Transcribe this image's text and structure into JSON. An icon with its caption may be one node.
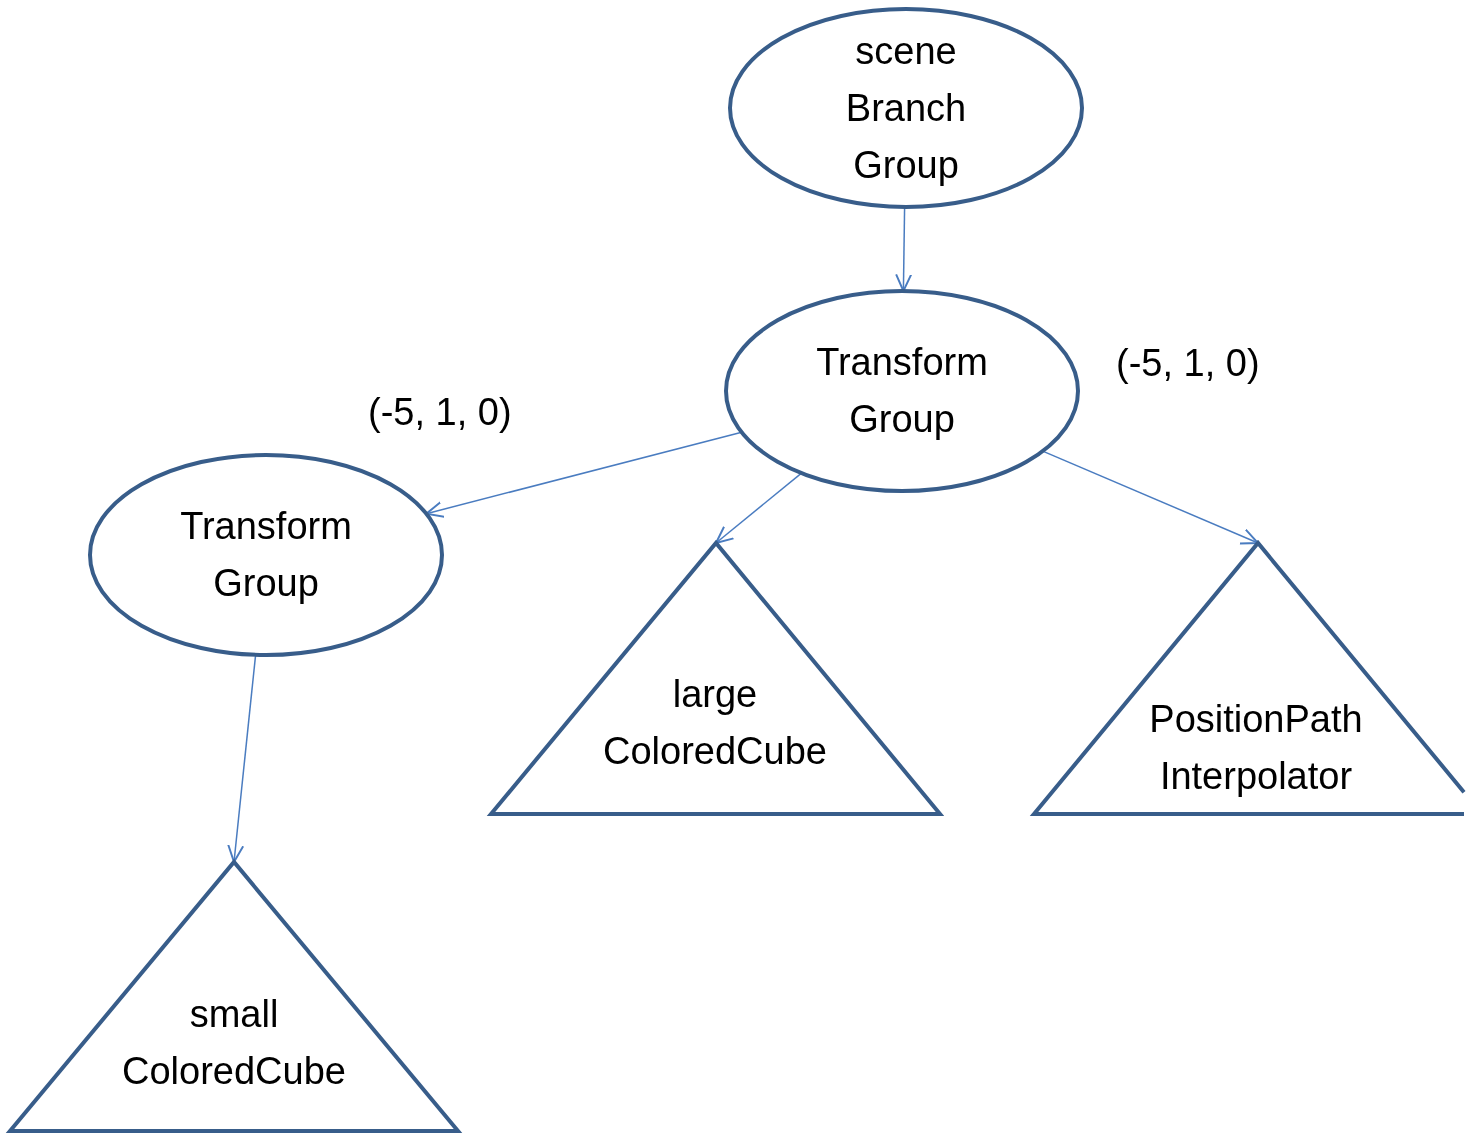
{
  "diagram": {
    "nodes": [
      {
        "text": [
          "scene Branch Group"
        ]
      },
      {
        "text": [
          "Transform Group"
        ]
      },
      {
        "text": [
          "Transform Group"
        ]
      },
      {
        "text": [
          "large ColoredCube"
        ]
      },
      {
        "text": [
          "PositionPath Interpolator"
        ]
      },
      {
        "text": [
          "small ColoredCube"
        ]
      }
    ],
    "edges": [
      {
        "from": 0,
        "to": 1,
        "arrow": "to"
      },
      {
        "from": 1,
        "to": 2,
        "arrow": "to"
      },
      {
        "from": 1,
        "to": 3,
        "arrow": "to"
      },
      {
        "from": 1,
        "to": 4,
        "arrow": "to"
      },
      {
        "from": 2,
        "to": 5,
        "arrow": "to"
      }
    ],
    "labels": [
      "(-5, 1, 0)",
      "(-5, 1, 0)"
    ]
  }
}
